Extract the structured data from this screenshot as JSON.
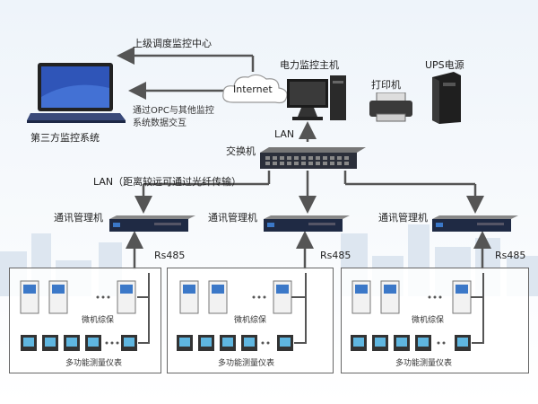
{
  "labels": {
    "upper_center": "上级调度监控中心",
    "internet": "Internet",
    "power_host": "电力监控主机",
    "printer": "打印机",
    "ups": "UPS电源",
    "opc": "通过OPC与其他监控",
    "opc2": "系统数据交互",
    "third_party": "第三方监控系统",
    "lan": "LAN",
    "switch": "交换机",
    "lan_fiber": "LAN（距离较远可通过光纤传输）",
    "comm_manager": "通讯管理机",
    "rs485": "Rs485",
    "relay": "微机综保",
    "meter": "多功能测量仪表"
  },
  "groups": [
    {
      "comm": "通讯管理机",
      "rs": "Rs485",
      "relay": "微机综保",
      "meter": "多功能测量仪表"
    },
    {
      "comm": "通讯管理机",
      "rs": "Rs485",
      "relay": "微机综保",
      "meter": "多功能测量仪表"
    },
    {
      "comm": "通讯管理机",
      "rs": "Rs485",
      "relay": "微机综保",
      "meter": "多功能测量仪表"
    }
  ],
  "colors": {
    "line": "#555555",
    "device_dark": "#2b2f3a",
    "screen_blue": "#3b78c8",
    "cloud": "#ffffff"
  }
}
